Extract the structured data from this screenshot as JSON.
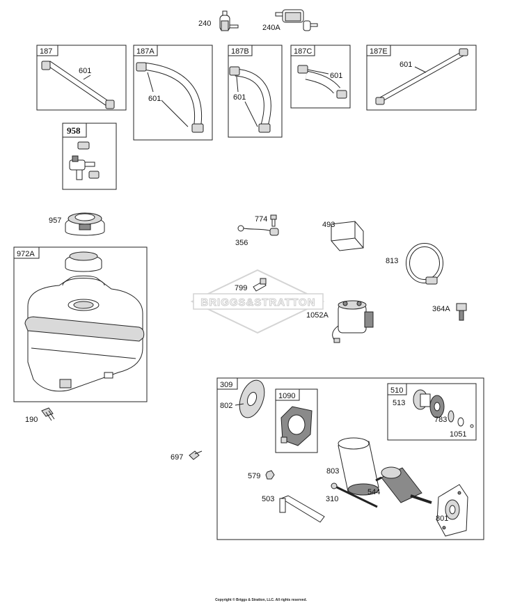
{
  "labels": {
    "p240": "240",
    "p240A": "240A",
    "p601a": "601",
    "p601b": "601",
    "p601c": "601",
    "p601d": "601",
    "p601e": "601",
    "p957": "957",
    "p774": "774",
    "p356": "356",
    "p493": "493",
    "p813": "813",
    "p799": "799",
    "p364A": "364A",
    "p1052A": "1052A",
    "p190": "190",
    "p697": "697",
    "p802": "802",
    "p513": "513",
    "p783": "783",
    "p1051": "1051",
    "p579": "579",
    "p803": "803",
    "p503": "503",
    "p310": "310",
    "p544": "544",
    "p801": "801"
  },
  "boxes": {
    "b187": "187",
    "b187A": "187A",
    "b187B": "187B",
    "b187C": "187C",
    "b187E": "187E",
    "b958": "958",
    "b972A": "972A",
    "b309": "309",
    "b1090": "1090",
    "b510": "510"
  },
  "watermark": {
    "text": "BRIGGS&STRATTON"
  },
  "footer": {
    "copyright": "Copyright © Briggs & Stratton, LLC. All rights reserved."
  }
}
